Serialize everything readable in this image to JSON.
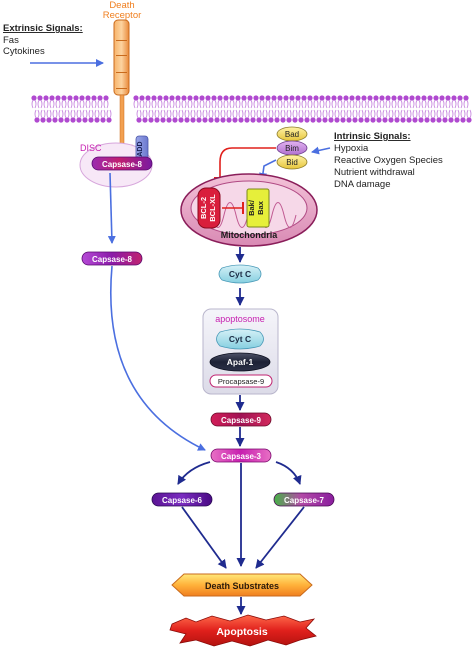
{
  "receptor": {
    "title_line1": "Death",
    "title_line2": "Receptor"
  },
  "extrinsic": {
    "title": "Extrinsic Signals:",
    "items": [
      "Fas",
      "Cytokines"
    ]
  },
  "intrinsic": {
    "title": "Intrinsic Signals:",
    "items": [
      "Hypoxia",
      "Reactive Oxygen Species",
      "Nutrient withdrawal",
      "DNA damage"
    ]
  },
  "disc": {
    "label": "DISC",
    "fadd": "FADD",
    "caspase": "Capsase-8"
  },
  "bh3": [
    "Bad",
    "Bim",
    "Bid"
  ],
  "mito": {
    "label": "Mitochondria",
    "bcl2": "BCL-2",
    "bclxl": "BCL-XL",
    "bak": "Bak/",
    "bax": "Bax"
  },
  "caspase8": "Capsase-8",
  "cytc": "Cyt C",
  "apoptosome": {
    "title": "apoptosome",
    "cytc": "Cyt C",
    "apaf": "Apaf-1",
    "procaspase": "Procapsase-9"
  },
  "caspase9": "Capsase-9",
  "caspase3": "Capsase-3",
  "caspase6": "Capsase-6",
  "caspase7": "Capsase-7",
  "substrates": "Death Substrates",
  "apoptosis": "Apoptosis",
  "colors": {
    "orange": "#f07f1f",
    "blue_arrow": "#4b6fe0",
    "dark_arrow": "#1f2b8f",
    "purple": "#7a1ea0",
    "magenta": "#c71fb0",
    "red": "#e0201c"
  }
}
